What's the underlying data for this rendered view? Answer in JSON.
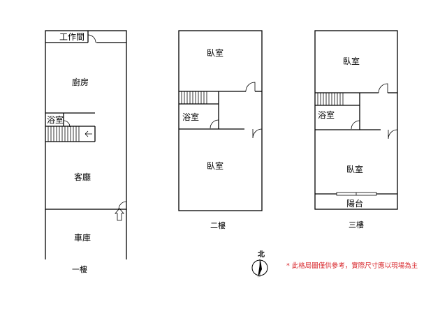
{
  "floors": {
    "first": {
      "label": "一樓",
      "rooms": {
        "workroom": "工作間",
        "kitchen": "廚房",
        "bathroom": "浴室",
        "living": "客廳",
        "garage": "車庫"
      }
    },
    "second": {
      "label": "二樓",
      "rooms": {
        "bedroom_front": "臥室",
        "bathroom": "浴室",
        "bedroom_back": "臥室"
      }
    },
    "third": {
      "label": "三樓",
      "rooms": {
        "bedroom_front": "臥室",
        "bathroom": "浴室",
        "bedroom_back": "臥室",
        "balcony": "陽台"
      }
    }
  },
  "compass": {
    "label": "北"
  },
  "note": "* 此格局圖僅供參考，實際尺寸應以現場為主",
  "colors": {
    "line": "#000000",
    "note": "#d8262b",
    "background": "#ffffff"
  }
}
